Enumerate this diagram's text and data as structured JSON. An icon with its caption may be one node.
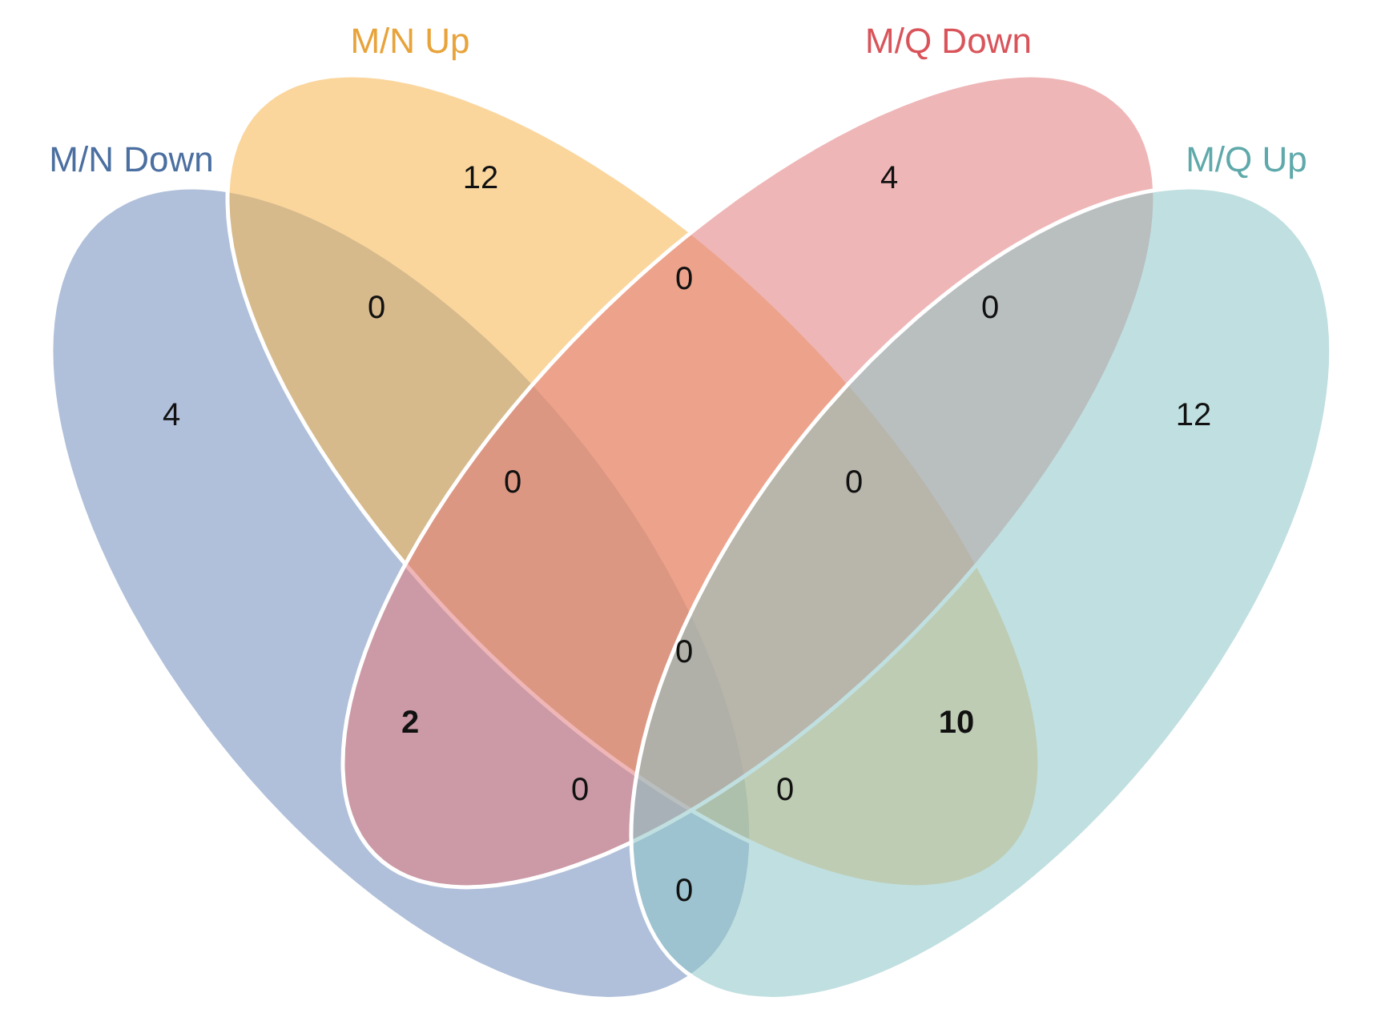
{
  "diagram": {
    "nodes": [
      {
        "text": [
          "M/N Down"
        ]
      },
      {
        "text": [
          "M/N Up"
        ]
      },
      {
        "text": [
          "M/Q Down"
        ]
      },
      {
        "text": [
          "M/Q Up"
        ]
      }
    ],
    "labels": [
      "12",
      "4",
      "0",
      "0",
      "0",
      "4",
      "12",
      "0",
      "0",
      "0",
      "2",
      "10",
      "0",
      "0",
      "0"
    ]
  }
}
